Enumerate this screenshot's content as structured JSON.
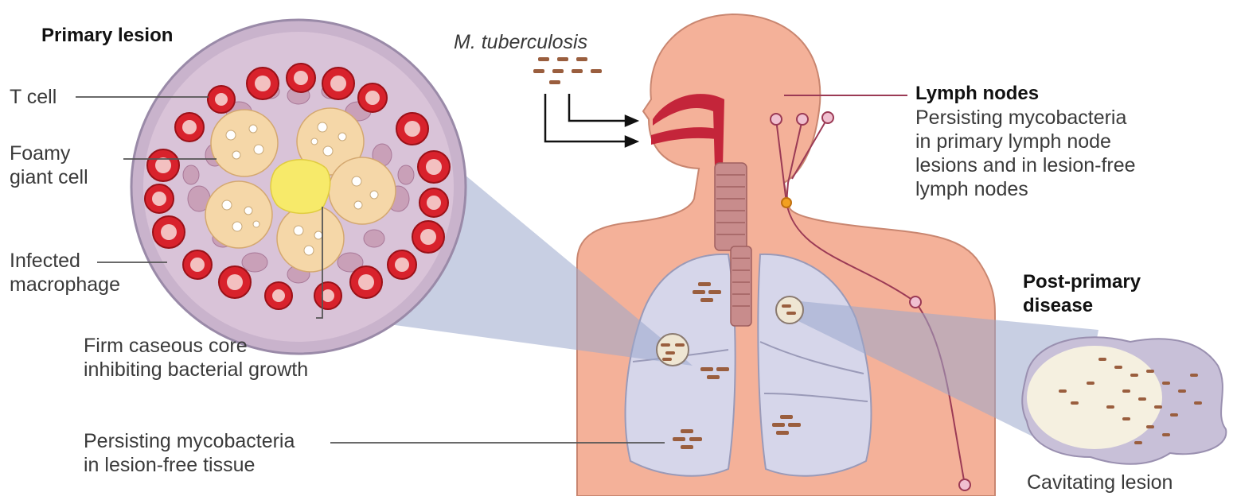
{
  "labels": {
    "primary_lesion": "Primary lesion",
    "m_tuberculosis": "M. tuberculosis",
    "t_cell": "T cell",
    "foamy_giant_cell": [
      "Foamy",
      "giant cell"
    ],
    "infected_macrophage": [
      "Infected",
      "macrophage"
    ],
    "firm_caseous_core": [
      "Firm caseous core",
      "inhibiting bacterial growth"
    ],
    "persisting_tissue": [
      "Persisting mycobacteria",
      "in lesion-free tissue"
    ],
    "lymph_nodes_title": "Lymph nodes",
    "lymph_nodes_desc": [
      "Persisting mycobacteria",
      "in primary lymph node",
      "lesions and in lesion-free",
      "lymph nodes"
    ],
    "post_primary": [
      "Post-primary",
      "disease"
    ],
    "cavitating_lesion": "Cavitating lesion"
  },
  "colors": {
    "body": "#f4b199",
    "body_outline": "#c98670",
    "lung": "#d6d6ea",
    "airway": "#c4253a",
    "trachea": "#c88c8c",
    "red_cell": "#d8222c",
    "giant_cell": "#f5d7a8",
    "caseous_core": "#f7ea6a",
    "bacteria": "#9a5e3e",
    "lymph_vessel": "#9b3a55",
    "callout": "#9aa8cc"
  }
}
